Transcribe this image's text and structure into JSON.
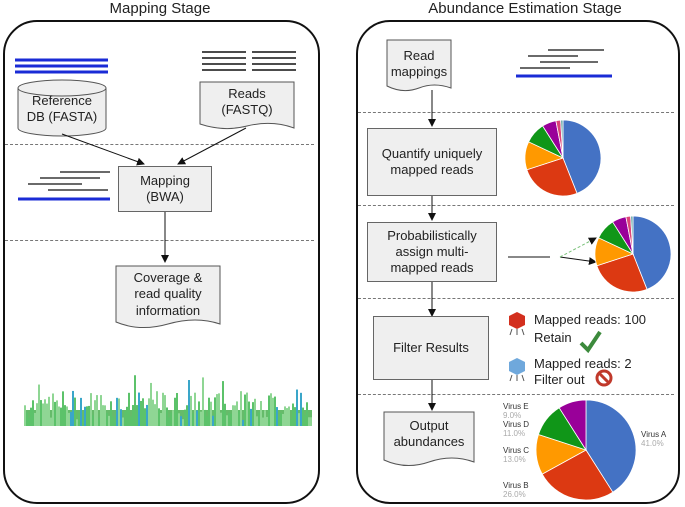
{
  "mapping": {
    "title": "Mapping Stage",
    "reference_db": "Reference\nDB (FASTA)",
    "reads": "Reads\n(FASTQ)",
    "mapping_box": "Mapping\n(BWA)",
    "coverage": "Coverage &\nread quality\ninformation"
  },
  "abundance": {
    "title": "Abundance Estimation Stage",
    "read_mappings": "Read\nmappings",
    "quantify": "Quantify uniquely\nmapped reads",
    "assign": "Probabilistically\nassign multi-\nmapped reads",
    "filter": "Filter Results",
    "output": "Output\nabundances",
    "filter_items": [
      {
        "text": "Mapped reads: 100",
        "action": "Retain",
        "color": "#d32f1e"
      },
      {
        "text": "Mapped reads: 2",
        "action": "Filter out",
        "color": "#5b9bd5"
      }
    ]
  },
  "colors": {
    "blue": "#4472c4",
    "red": "#dc3912",
    "orange": "#ff9900",
    "green": "#109618",
    "purple": "#990099",
    "pink": "#dd4477",
    "accent_line": "#1a2bd6"
  },
  "chart_data": {
    "type": "pie",
    "title": "",
    "labels": [
      "Virus A",
      "Virus B",
      "Virus C",
      "Virus D",
      "Virus E"
    ],
    "values": [
      41.0,
      26.0,
      13.0,
      11.0,
      9.0
    ],
    "value_labels": [
      "41.0%",
      "26.0%",
      "13.0%",
      "11.0%",
      "9.0%"
    ]
  }
}
